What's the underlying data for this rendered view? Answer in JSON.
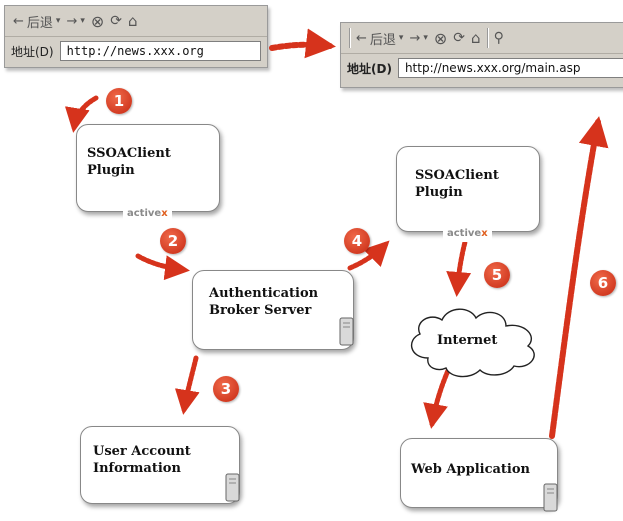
{
  "browser_left": {
    "toolbar_back": "后退",
    "address_label": "地址(D)",
    "address_url": "http://news.xxx.org"
  },
  "browser_right": {
    "toolbar_back": "后退",
    "address_label": "地址(D)",
    "address_url": "http://news.xxx.org/main.asp"
  },
  "boxes": {
    "plugin1": "SSOAClient\nPlugin",
    "plugin2": "SSOAClient\nPlugin",
    "broker": "Authentication\nBroker Server",
    "account": "User Account\nInformation",
    "webapp": "Web Application",
    "internet": "Internet"
  },
  "badges": {
    "activex_prefix": "active",
    "activex_x": "x"
  },
  "steps": [
    "1",
    "2",
    "3",
    "4",
    "5",
    "6"
  ],
  "colors": {
    "arrow": "#d6331c",
    "badge": "#d6331c"
  },
  "icons": [
    "back-arrow-icon",
    "forward-arrow-icon",
    "stop-icon",
    "refresh-icon",
    "home-icon",
    "search-icon",
    "server-icon",
    "cloud-icon"
  ]
}
